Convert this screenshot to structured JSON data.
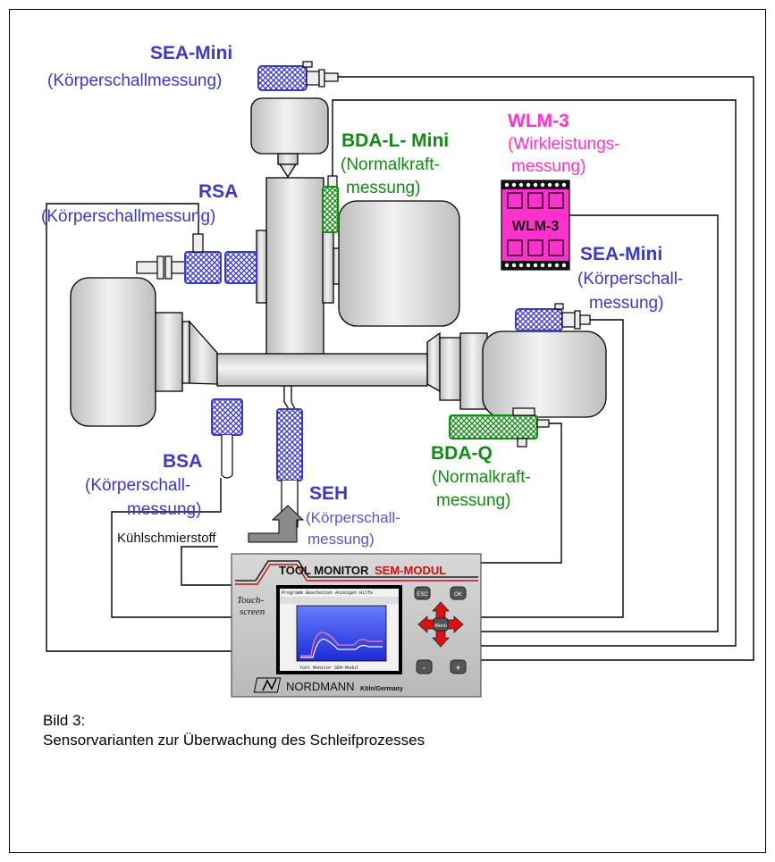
{
  "sensors": {
    "sea_top": {
      "name": "SEA-Mini",
      "desc": "(Körperschallmessung)"
    },
    "bda_l": {
      "name": "BDA-L- Mini",
      "desc1": "(Normalkraft-",
      "desc2": "messung)"
    },
    "wlm": {
      "name": "WLM-3",
      "desc1": "(Wirkleistungs-",
      "desc2": "messung)",
      "chip_label": "WLM-3"
    },
    "rsa": {
      "name": "RSA",
      "desc": "(Körperschallmessung)"
    },
    "sea_right": {
      "name": "SEA-Mini",
      "desc1": "(Körperschall-",
      "desc2": "messung)"
    },
    "bsa": {
      "name": "BSA",
      "desc1": "(Körperschall-",
      "desc2": "messung)"
    },
    "bda_q": {
      "name": "BDA-Q",
      "desc1": "(Normalkraft-",
      "desc2": "messung)"
    },
    "seh": {
      "name": "SEH",
      "desc1": "(Körperschall-",
      "desc2": "messung)"
    }
  },
  "coolant_label": "Kühlschmierstoff",
  "monitor": {
    "title_a": "TOOL MONITOR ",
    "title_b": "SEM-MODUL",
    "touch1": "Touch-",
    "touch2": "screen",
    "screen_menu": "Programm  Bearbeiten  Anzeigen  Hilfe",
    "screen_footer": "Tool Monitor SEM-Modul",
    "btn_esc": "ESC",
    "btn_ok": "OK",
    "btn_menu": "Menü",
    "btn_minus": "-",
    "btn_plus": "+",
    "brand": "NORDMANN",
    "brand_loc": "Köln/Germany"
  },
  "caption": {
    "line1": "Bild 3:",
    "line2": "Sensorvarianten zur Überwachung des Schleifprozesses"
  },
  "colors": {
    "sensor_blue": "#3a3ac6",
    "sensor_green": "#138a13",
    "wlm_pink": "#ff33cc",
    "machine_gray": "#e6e6e6"
  }
}
